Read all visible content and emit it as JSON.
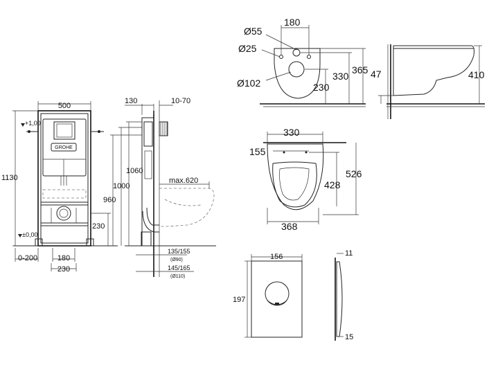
{
  "frame_view": {
    "dims": {
      "width_500": "500",
      "height_1130": "1130",
      "plus_100": "+1,00",
      "plus_000": "±0,00",
      "range_0_200": "0-200",
      "width_180": "180",
      "width_230": "230",
      "height_230": "230",
      "brand_logo": "GROHE"
    }
  },
  "side_view": {
    "dims": {
      "depth_130": "130",
      "range_10_70": "10-70",
      "height_1060": "1060",
      "height_1000": "1000",
      "height_960": "960",
      "max_620": "max.620",
      "pipe_135_155": "135/155",
      "pipe_d90": "(Ø90)",
      "pipe_145_165": "145/165",
      "pipe_d110": "(Ø110)"
    }
  },
  "bowl_front": {
    "dims": {
      "width_180": "180",
      "d55": "Ø55",
      "d25": "Ø25",
      "d102": "Ø102",
      "h230": "230",
      "h330": "330",
      "h365": "365"
    }
  },
  "bowl_side": {
    "dims": {
      "h47": "47",
      "h410": "410"
    }
  },
  "bowl_top": {
    "dims": {
      "w330": "330",
      "w155": "155",
      "l526": "526",
      "l428": "428",
      "w368": "368"
    }
  },
  "flush_plate": {
    "dims": {
      "w156": "156",
      "h197": "197",
      "d11": "11",
      "d15": "15"
    }
  }
}
